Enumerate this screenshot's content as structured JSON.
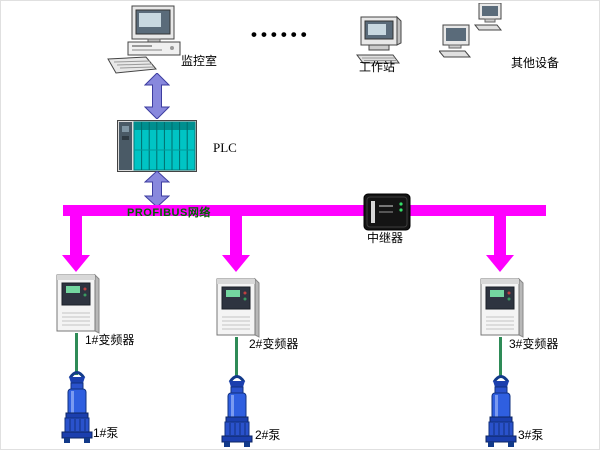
{
  "title": "PLC PROFIBUS monitoring and pump control system diagram",
  "colors": {
    "bus": "#FF00FF",
    "profibus_text": "#006400",
    "arrow_blue_fill": "#8888DD",
    "arrow_blue_stroke": "#3D3DA0",
    "plc_module_teal": "#00C4C4",
    "pump_blue": "#2F5FE0",
    "link_green": "#2E8B57",
    "repeater_black": "#141414"
  },
  "nodes": {
    "monitor_room": {
      "label": "监控室"
    },
    "dots": {
      "label": "••••••"
    },
    "workstation": {
      "label": "工作站"
    },
    "other_devices": {
      "label": "其他设备"
    },
    "plc": {
      "label": "PLC"
    },
    "profibus": {
      "label": "PROFIBUS网络"
    },
    "repeater": {
      "label": "中继器"
    },
    "vfds": [
      {
        "label": "1#变频器"
      },
      {
        "label": "2#变频器"
      },
      {
        "label": "3#变频器"
      }
    ],
    "pumps": [
      {
        "label": "1#泵"
      },
      {
        "label": "2#泵"
      },
      {
        "label": "3#泵"
      }
    ]
  }
}
